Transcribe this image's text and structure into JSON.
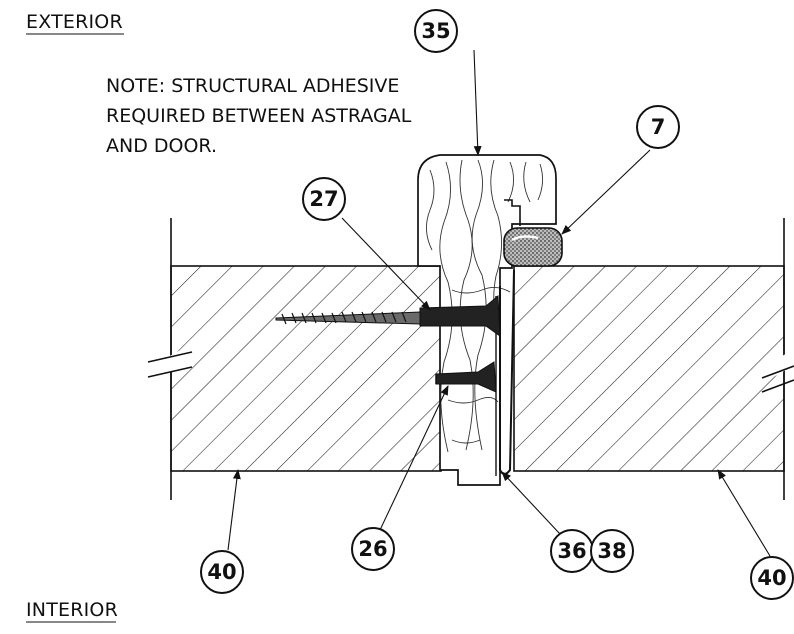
{
  "labels": {
    "exterior": "EXTERIOR",
    "interior": "INTERIOR"
  },
  "note": {
    "line1": "NOTE: STRUCTURAL ADHESIVE",
    "line2": "REQUIRED BETWEEN ASTRAGAL",
    "line3": "AND DOOR."
  },
  "callouts": {
    "c35": "35",
    "c7": "7",
    "c27": "27",
    "c26": "26",
    "c36": "36",
    "c38": "38",
    "c40_left": "40",
    "c40_right": "40"
  }
}
